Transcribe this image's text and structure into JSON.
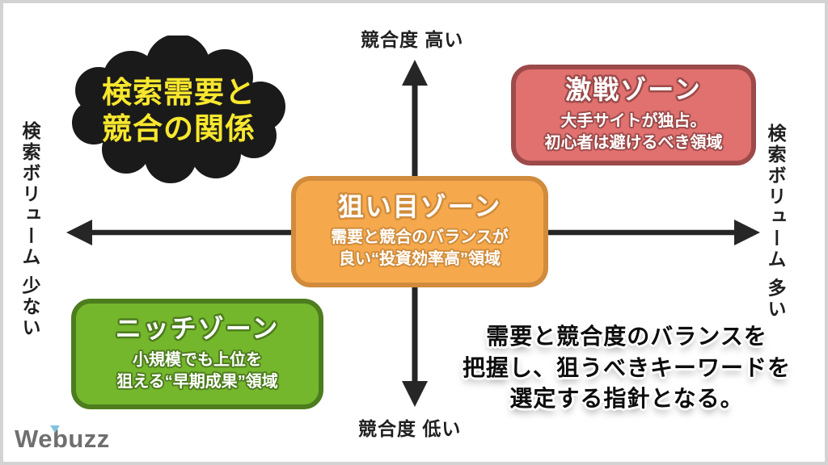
{
  "frame": {
    "background": "#ffffff",
    "border_color": "#d3d3d3"
  },
  "title_cloud": {
    "line1": "検索需要と",
    "line2": "競合の関係",
    "text_color": "#f7e72e",
    "cloud_color": "#1a1a1a"
  },
  "axes": {
    "color": "#262626",
    "top_label": "競合度 高い",
    "bottom_label": "競合度 低い",
    "left_label": "検索ボリューム 少ない",
    "right_label": "検索ボリューム 多い"
  },
  "zones": {
    "battle": {
      "title": "激戦ゾーン",
      "desc_line1": "大手サイトが独占。",
      "desc_line2": "初心者は避けるべき領域",
      "fill": "#e0716f",
      "border": "#9d4a4a"
    },
    "sweet": {
      "title": "狙い目ゾーン",
      "desc_line1": "需要と競合のバランスが",
      "desc_line2": "良い“投資効率高”領域",
      "fill": "#f6a94c",
      "border": "#d08c3c"
    },
    "niche": {
      "title": "ニッチゾーン",
      "desc_line1": "小規模でも上位を",
      "desc_line2": "狙える“早期成果”領域",
      "fill": "#74b72c",
      "border": "#4d7d1e"
    }
  },
  "note": {
    "line1": "需要と競合度のバランスを",
    "line2": "把握し、狙うべきキーワードを",
    "line3": "選定する指針となる。"
  },
  "logo": {
    "text": "Webuzz",
    "color": "#6f6f6f",
    "accent_color": "#7fc3dd"
  }
}
